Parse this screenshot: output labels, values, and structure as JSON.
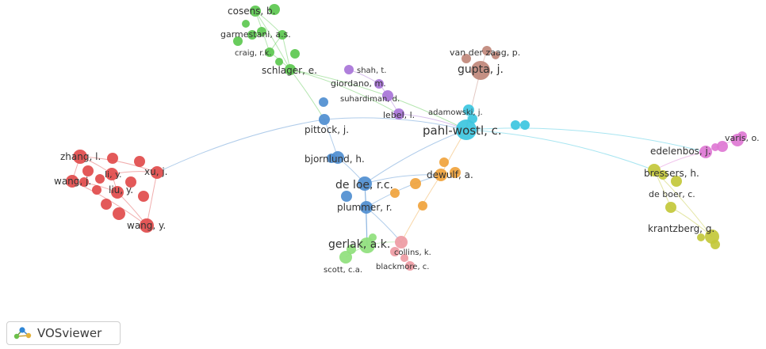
{
  "app": {
    "logo_text": "VOSviewer"
  },
  "clusters": {
    "red": "#e14b4b",
    "green": "#5cc84f",
    "purple": "#a874d8",
    "brown": "#c0877a",
    "blue": "#4f8ed0",
    "cyan": "#3cc6e0",
    "orange": "#f0a33c",
    "pink": "#ee9ba3",
    "lightgreen": "#8fe07c",
    "magenta": "#de78d4",
    "olive": "#c3c83a"
  },
  "nodes": [
    {
      "label": "cosens, b.",
      "cluster": "green"
    },
    {
      "label": "garmestani, a.s.",
      "cluster": "green"
    },
    {
      "label": "craig, r.k.",
      "cluster": "green"
    },
    {
      "label": "schlager, e.",
      "cluster": "green"
    },
    {
      "label": "shah, t.",
      "cluster": "purple"
    },
    {
      "label": "giordano, m.",
      "cluster": "purple"
    },
    {
      "label": "suhardiman, d.",
      "cluster": "purple"
    },
    {
      "label": "lebel, l.",
      "cluster": "purple"
    },
    {
      "label": "van der zaag, p.",
      "cluster": "brown"
    },
    {
      "label": "gupta, j.",
      "cluster": "brown"
    },
    {
      "label": "adamowski, j.",
      "cluster": "cyan"
    },
    {
      "label": "pahl-wostl, c.",
      "cluster": "cyan"
    },
    {
      "label": "pittock, j.",
      "cluster": "blue"
    },
    {
      "label": "bjornlund, h.",
      "cluster": "blue"
    },
    {
      "label": "de loe, r.c.",
      "cluster": "blue"
    },
    {
      "label": "plummer, r.",
      "cluster": "blue"
    },
    {
      "label": "dewulf, a.",
      "cluster": "orange"
    },
    {
      "label": "gerlak, a.k.",
      "cluster": "lightgreen"
    },
    {
      "label": "scott, c.a.",
      "cluster": "lightgreen"
    },
    {
      "label": "collins, k.",
      "cluster": "pink"
    },
    {
      "label": "blackmore, c.",
      "cluster": "pink"
    },
    {
      "label": "zhang, l.",
      "cluster": "red"
    },
    {
      "label": "li, y.",
      "cluster": "red"
    },
    {
      "label": "xu, j.",
      "cluster": "red"
    },
    {
      "label": "wang, j.",
      "cluster": "red"
    },
    {
      "label": "liu, y.",
      "cluster": "red"
    },
    {
      "label": "wang, y.",
      "cluster": "red"
    },
    {
      "label": "varis, o.",
      "cluster": "magenta"
    },
    {
      "label": "edelenbos, j.",
      "cluster": "magenta"
    },
    {
      "label": "bressers, h.",
      "cluster": "olive"
    },
    {
      "label": "de boer, c.",
      "cluster": "olive"
    },
    {
      "label": "krantzberg, g.",
      "cluster": "olive"
    }
  ]
}
